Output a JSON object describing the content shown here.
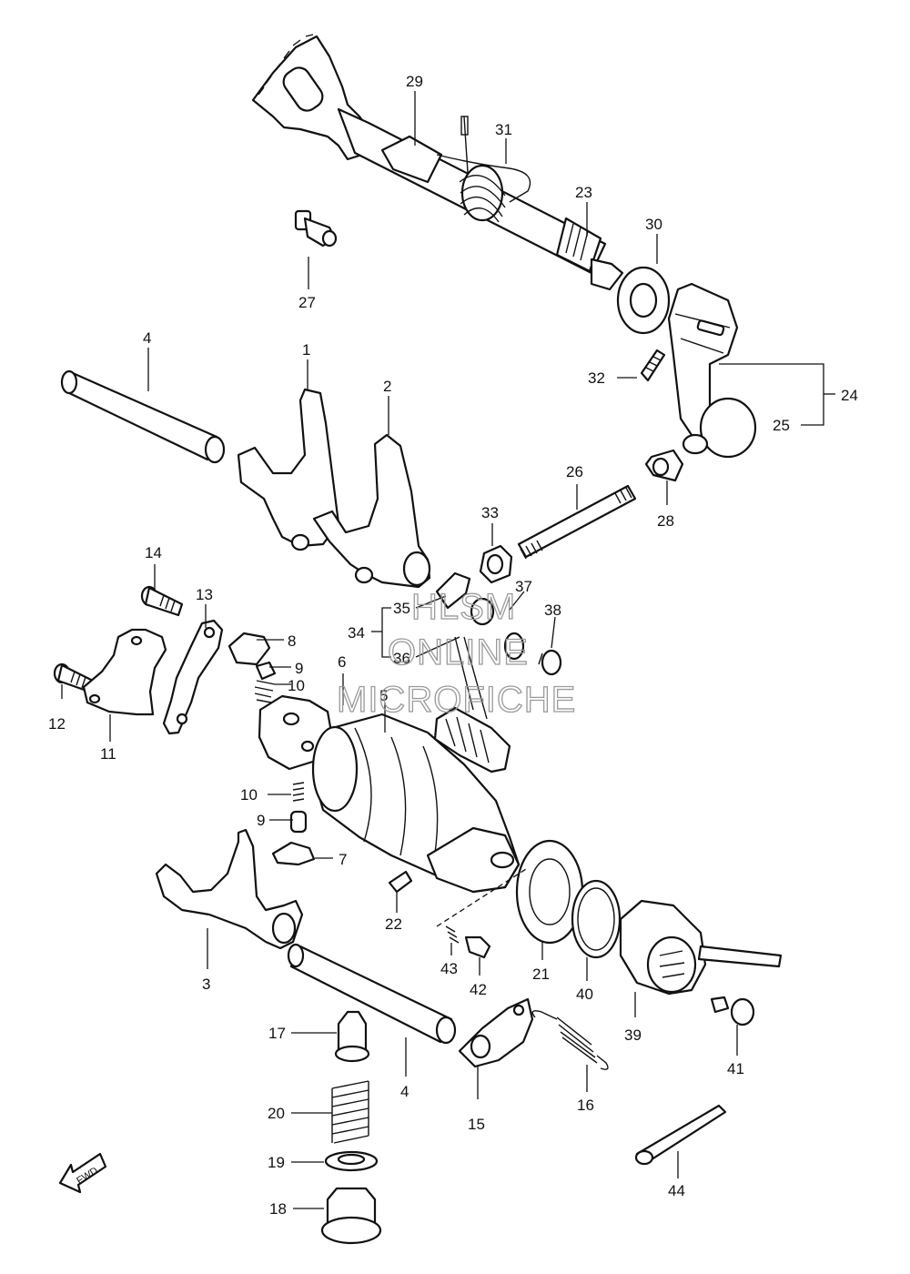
{
  "diagram": {
    "labels": {
      "l1": "1",
      "l2": "2",
      "l3": "3",
      "l4a": "4",
      "l4b": "4",
      "l5": "5",
      "l6": "6",
      "l7": "7",
      "l8": "8",
      "l9a": "9",
      "l9b": "9",
      "l10a": "10",
      "l10b": "10",
      "l11": "11",
      "l12": "12",
      "l13": "13",
      "l14": "14",
      "l15": "15",
      "l16": "16",
      "l17": "17",
      "l18": "18",
      "l19": "19",
      "l20": "20",
      "l21": "21",
      "l22": "22",
      "l23": "23",
      "l24": "24",
      "l25": "25",
      "l26": "26",
      "l27": "27",
      "l28": "28",
      "l29": "29",
      "l30": "30",
      "l31": "31",
      "l32": "32",
      "l33": "33",
      "l34": "34",
      "l35": "35",
      "l36": "36",
      "l37": "37",
      "l38": "38",
      "l39": "39",
      "l40": "40",
      "l41": "41",
      "l42": "42",
      "l43": "43",
      "l44": "44"
    },
    "fwd_arrow": "FWD",
    "watermark": [
      "HLSM",
      "ONLINE",
      "MICROFICHE"
    ]
  }
}
